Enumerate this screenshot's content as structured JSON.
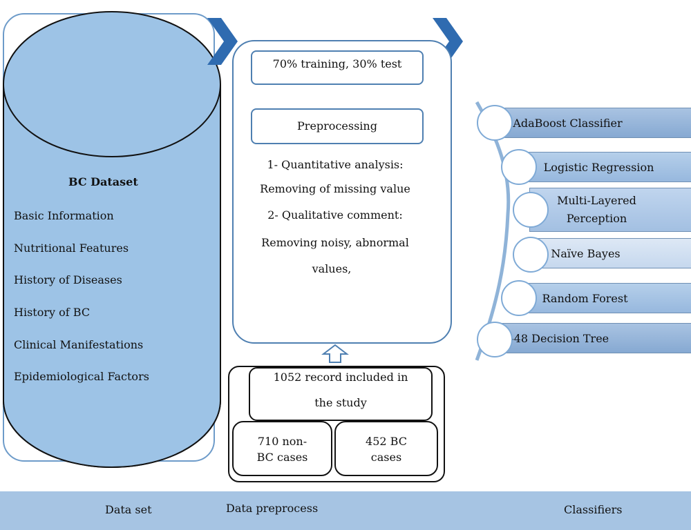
{
  "dataset": {
    "title": "BC Dataset",
    "items": [
      "Basic Information",
      "Nutritional Features",
      "History of Diseases",
      "History of BC",
      "Clinical Manifestations",
      "Epidemiological Factors"
    ]
  },
  "preprocess": {
    "split": "70% training, 30% test",
    "preprocessing": "Preprocessing",
    "steps": [
      "1- Quantitative analysis:",
      "Removing of missing value",
      "2- Qualitative comment:",
      "Removing noisy, abnormal",
      "values,"
    ]
  },
  "records": {
    "total_line1": "1052 record included in",
    "total_line2": "the study",
    "non_bc_line1": "710 non-",
    "non_bc_line2": "BC cases",
    "bc_line1": "452 BC",
    "bc_line2": "cases"
  },
  "classifiers": [
    "AdaBoost Classifier",
    "Logistic Regression",
    "Multi-Layered Perception",
    "Naïve Bayes",
    "Random Forest",
    "J-48 Decision Tree"
  ],
  "footer": {
    "data_set": "Data set",
    "data_preprocess": "Data preprocess",
    "classifiers": "Classifiers"
  },
  "colors": {
    "cylinder_fill": "#9dc3e6",
    "cylinder_stroke": "#111111",
    "accent_blue": "#4e7fb1",
    "chevron": "#2f6bb0",
    "bottom_bar": "#a6c4e3"
  }
}
